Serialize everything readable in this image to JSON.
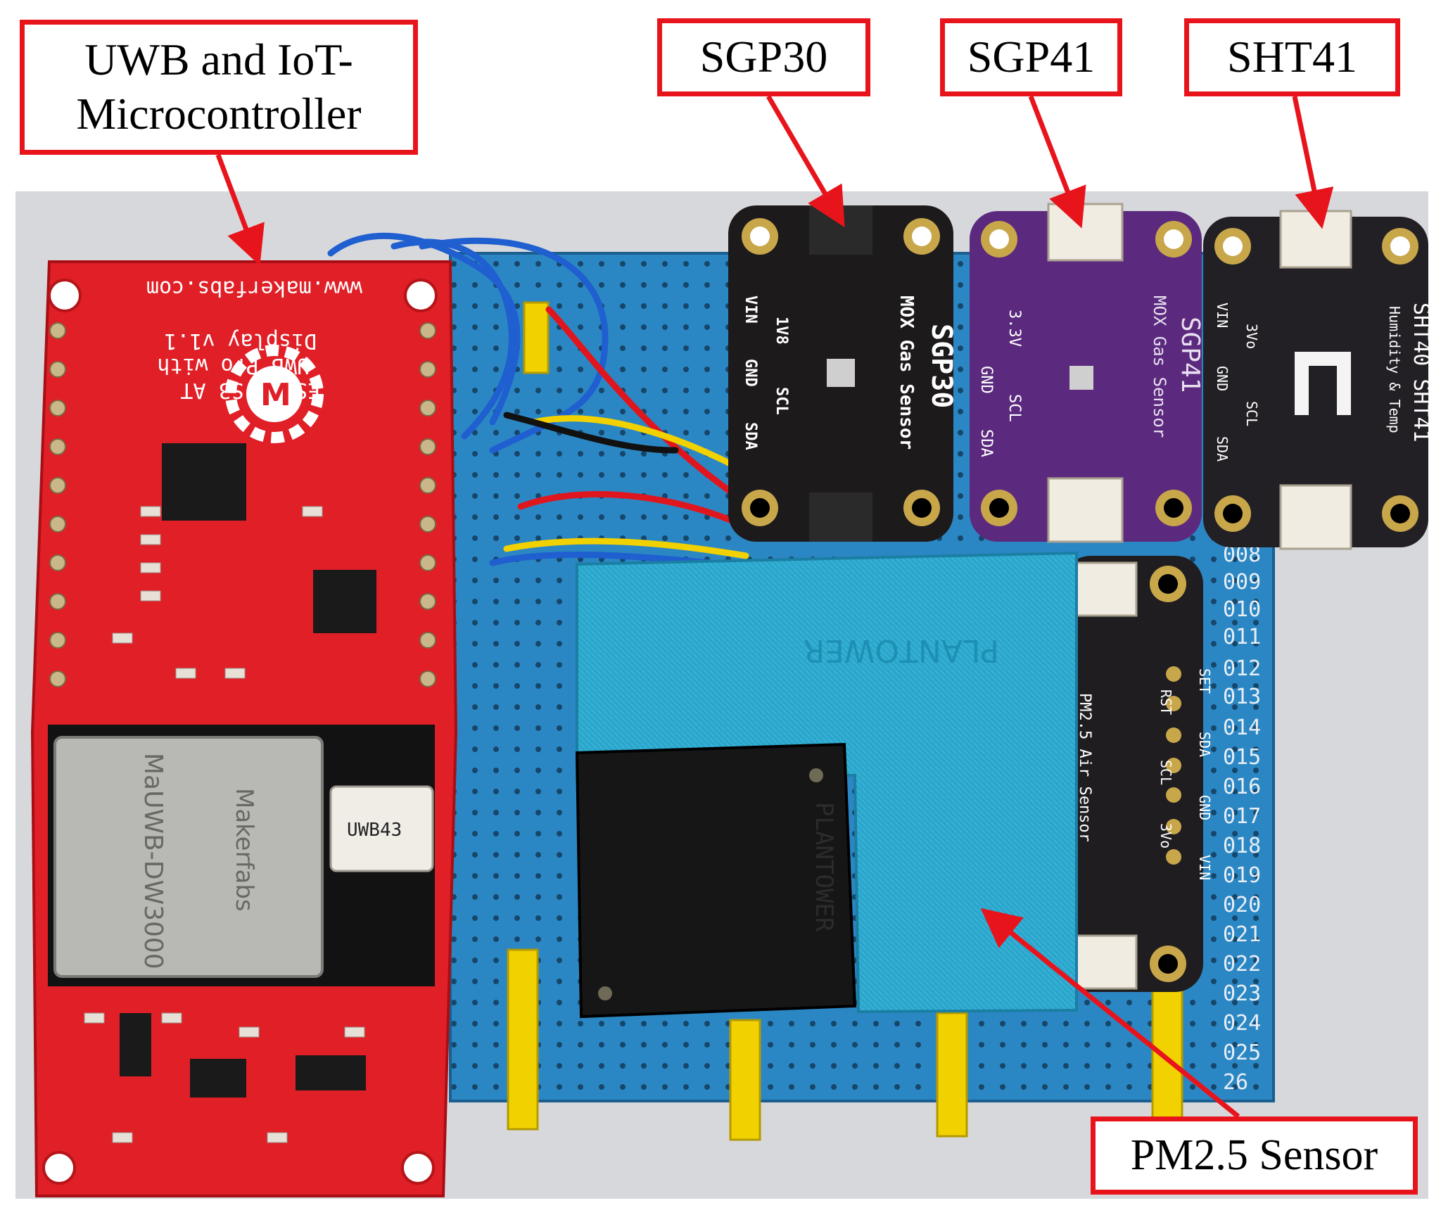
{
  "labels": {
    "uwb_line1": "UWB and IoT-",
    "uwb_line2": "Microcontroller",
    "sgp30": "SGP30",
    "sgp41": "SGP41",
    "sht41": "SHT41",
    "pm25": "PM2.5 Sensor"
  },
  "board_texts": {
    "website": "www.makerfabs.com",
    "board_name_1": "ESP32-S3 AT",
    "board_name_2": "UWB Pro with",
    "board_name_3": "Display v1.1",
    "uwb_module_brand": "Makerfabs",
    "uwb_module_model": "MaUWB-DW3000",
    "uwb_antenna": "UWB43",
    "sgp30_board": "SGP30",
    "sgp30_desc": "MOX Gas Sensor",
    "sgp41_board": "SGP41",
    "sgp41_desc": "MOX Gas Sensor",
    "sht41_board": "SHT40 SHT41",
    "sht41_desc": "Humidity & Temp",
    "pm_board_desc": "PM2.5 Air Sensor",
    "plantower_top": "PLANTOWER",
    "plantower_side": "PLANTOWER",
    "pins_vin": "VIN",
    "pins_gnd": "GND",
    "pins_scl": "SCL",
    "pins_sda": "SDA",
    "pins_1v8": "1V8",
    "pins_3v3": "3.3V",
    "pins_3vo": "3Vo",
    "pins_set": "SET",
    "pins_rst": "RST",
    "row_numbers": [
      "008",
      "009",
      "010",
      "011",
      "012",
      "013",
      "014",
      "015",
      "016",
      "017",
      "018",
      "019",
      "020",
      "021",
      "022",
      "023",
      "024",
      "025",
      "26"
    ]
  },
  "colors": {
    "label_border": "#e8141c",
    "arrow": "#e8141c",
    "protoboard": "#2b87c4",
    "esp_board": "#e01f27",
    "sgp30_pcb": "#1d1a1c",
    "sgp41_pcb": "#5b2a7e",
    "sht41_pcb": "#222024",
    "pm_sensor_blue": "#27a6cc",
    "header_yellow": "#f2d100"
  }
}
